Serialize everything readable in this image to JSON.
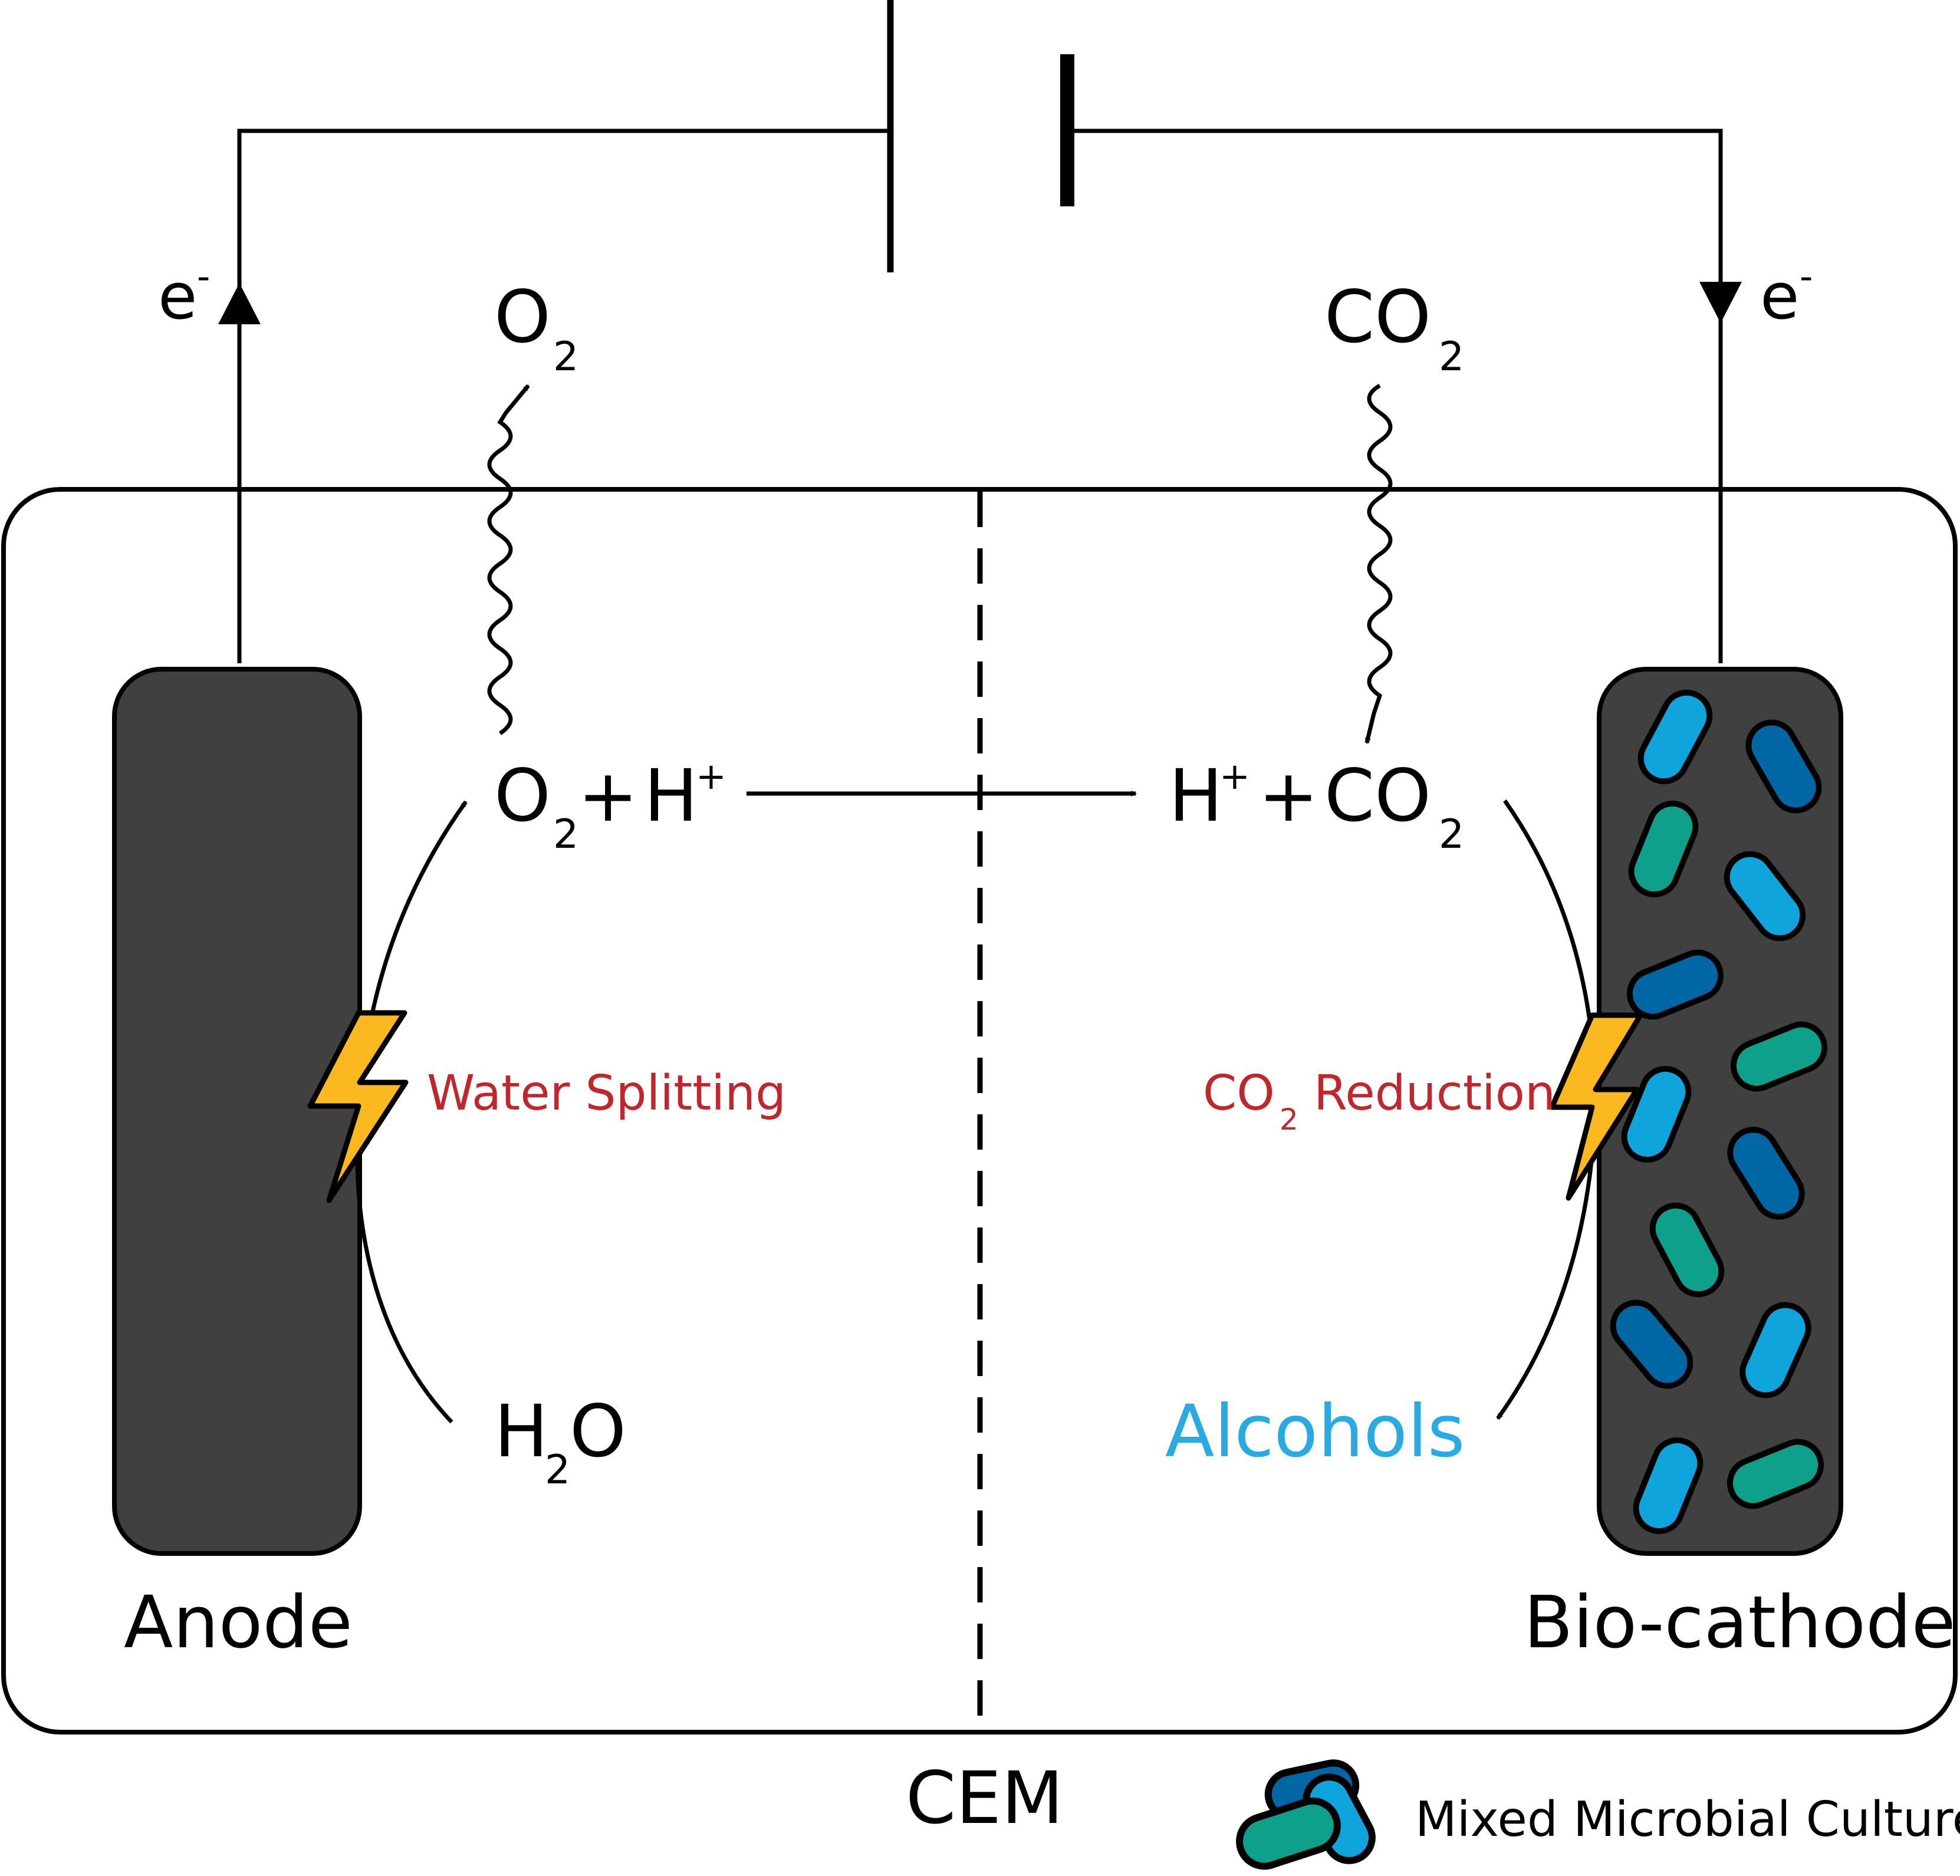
{
  "colors": {
    "electrode": "#404040",
    "bolt": "#fbb91f",
    "process_text": "#c0272d",
    "product_text": "#29abe2",
    "microbe_light": "#0fa5dc",
    "microbe_dark": "#0067a4",
    "microbe_teal": "#0fa08c"
  },
  "circuit": {
    "anode_electron": "e",
    "cathode_electron": "e",
    "electron_charge": "-"
  },
  "anode_side": {
    "gas_out": {
      "base": "O",
      "subscript": "2"
    },
    "products": {
      "o2_base": "O",
      "o2_subscript": "2",
      "plus": "+",
      "h_base": "H",
      "h_charge": "+"
    },
    "reactant": {
      "h_base": "H",
      "subscript": "2",
      "o_base": "O"
    },
    "process": "Water Splitting",
    "electrode_label": "Anode",
    "icon": "lightning-bolt-icon"
  },
  "cathode_side": {
    "gas_in": {
      "base": "CO",
      "subscript": "2"
    },
    "reactants": {
      "h_base": "H",
      "h_charge": "+",
      "plus": "+",
      "co2_base": "CO",
      "co2_subscript": "2"
    },
    "process": {
      "base": "CO",
      "subscript": "2",
      "rest": "Reduction"
    },
    "product": "Alcohols",
    "electrode_label": "Bio-cathode",
    "icon": "lightning-bolt-icon"
  },
  "membrane_label": "CEM",
  "legend": {
    "label": "Mixed Microbial Culture",
    "icon": "microbe-cluster-icon"
  }
}
